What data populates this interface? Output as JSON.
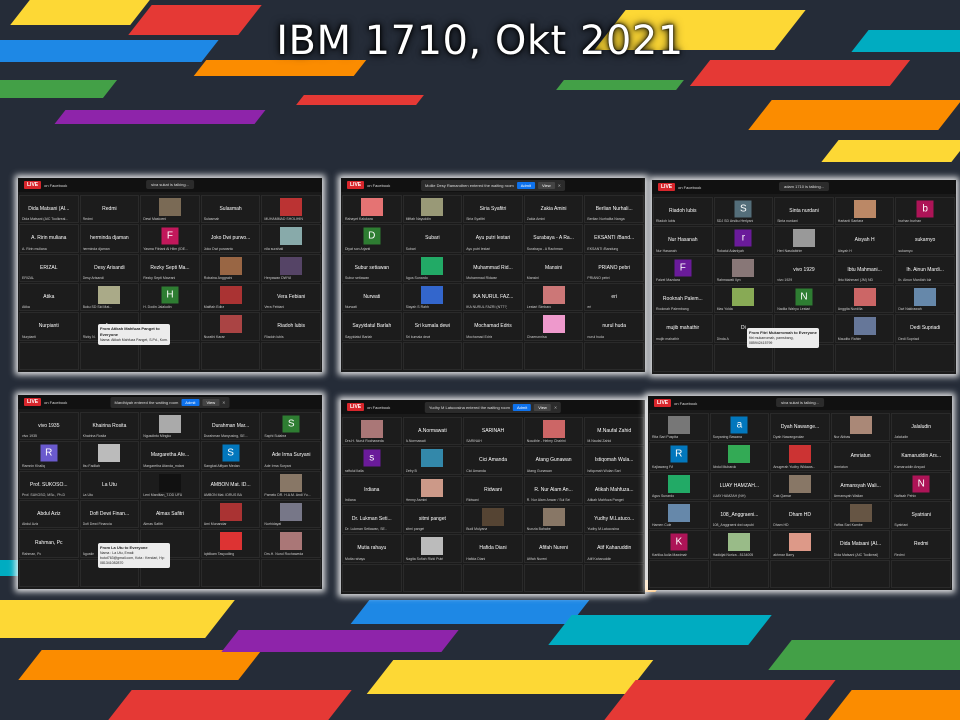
{
  "title": "IBM 1710, Okt 2021",
  "colors": {
    "background": "#252c38",
    "live_badge": "#d8262c",
    "admit_button": "#0e72ed"
  },
  "shots": [
    {
      "live": "LIVE",
      "fb": "on Facebook",
      "speaking": "siva sukat is talking...",
      "chat": {
        "title": "From Atikah Mahfuza Panget to Everyone",
        "text": "Nama: Atikah Mahfuza Panget, S.Pd., Kom."
      },
      "cells": [
        {
          "n": "Dida Matsani (AI...",
          "l": "Dida Matsani (AIC Toolkreal..."
        },
        {
          "n": "Redmi",
          "l": "Redmi"
        },
        {
          "n": "",
          "l": "Dewi Mastoeni",
          "p": "#7a6a55"
        },
        {
          "n": "Sulasmah",
          "l": "Sulasmah"
        },
        {
          "n": "",
          "l": "MUHAMMAD SHOLIHIN",
          "p": "#b33"
        },
        {
          "n": "A. Ririn muliana",
          "l": "A. Ririn muliana"
        },
        {
          "n": "herminda djaman",
          "l": "herminda djaman"
        },
        {
          "n": "",
          "l": "Yasma Fitriani Al Hilm (IDE...",
          "a": "F",
          "c": "#c2185b"
        },
        {
          "n": "Joko Dwi purwo...",
          "l": "Joko Dwi purwanto"
        },
        {
          "n": "",
          "l": "nila surahati",
          "p": "#8aa"
        },
        {
          "n": "ERIZAL",
          "l": "ERIZAL"
        },
        {
          "n": "Desy Arisandi",
          "l": "Desy Arisandi"
        },
        {
          "n": "Rezky Septi Ma...",
          "l": "Rezky Septi Mavrani"
        },
        {
          "n": "",
          "l": "Robaina Anggraini",
          "p": "#964"
        },
        {
          "n": "",
          "l": "Heryawan DWYA",
          "p": "#546"
        },
        {
          "n": "Atika",
          "l": "Atika"
        },
        {
          "n": "",
          "l": "Buku SD Sid Mat...",
          "p": "#aa8"
        },
        {
          "n": "",
          "l": "H. Dodin Jalaludin",
          "a": "H",
          "c": "#2e7d32"
        },
        {
          "n": "",
          "l": "Maiftah Edira",
          "p": "#a33"
        },
        {
          "n": "Vera Febiani",
          "l": "Vera Febiani"
        },
        {
          "n": "Nurpianti",
          "l": "Nurpianti"
        },
        {
          "n": "Ace",
          "l": "Rizky N."
        },
        {
          "n": "",
          "l": ""
        },
        {
          "n": "",
          "l": "Nurathi Karan",
          "p": "#a44"
        },
        {
          "n": "Riadoh lubis",
          "l": "Riadoh lubis"
        }
      ]
    },
    {
      "live": "LIVE",
      "fb": "on Facebook",
      "notice": "Mollie Desy Ramandhen entered the waiting room",
      "admit": "Admit",
      "view": "View",
      "cells": [
        {
          "n": "",
          "l": "Rahayet Kalukara",
          "p": "#e57373"
        },
        {
          "n": "",
          "l": "Miftah Nayuddin",
          "p": "#997"
        },
        {
          "n": "Siria Syafitri",
          "l": "Siria Syafitri"
        },
        {
          "n": "Zakia Amini",
          "l": "Zakia Amini"
        },
        {
          "n": "Berlian Nurhali...",
          "l": "Berlian Nurhalita Nanga"
        },
        {
          "n": "",
          "l": "Diyat son Arjanti",
          "a": "D",
          "c": "#2e7d32"
        },
        {
          "n": "Subari",
          "l": "Subari"
        },
        {
          "n": "Ayu putri lestari",
          "l": "Ayu putri lestari"
        },
        {
          "n": "Surabaya - A Ra...",
          "l": "Surabaya - A Rachman"
        },
        {
          "n": "EKSANTI /Band...",
          "l": "EKSANTI /Bandung"
        },
        {
          "n": "Subur setiawan",
          "l": "Subur setiawan"
        },
        {
          "n": "",
          "l": "Agus Sunardo",
          "p": "#2a6"
        },
        {
          "n": "Muhammad Rid...",
          "l": "Muhammad Ridwan"
        },
        {
          "n": "Mansini",
          "l": "Mansini"
        },
        {
          "n": "PRIANO pebri",
          "l": "PRIANO pebri"
        },
        {
          "n": "Nurwati",
          "l": "Nurwati"
        },
        {
          "n": "",
          "l": "Siayah S Rahh",
          "p": "#36c"
        },
        {
          "n": "IKA NURUL FAZ...",
          "l": "IKA NURUL FAZRI (NTT?)"
        },
        {
          "n": "",
          "l": "Lestari Simbaro",
          "p": "#c77"
        },
        {
          "n": "eri",
          "l": "eri"
        },
        {
          "n": "Sayyidatul Barlah",
          "l": "Sayyidatul Barlah"
        },
        {
          "n": "Sri kumala dewi",
          "l": "Sri kumala dewi"
        },
        {
          "n": "Mochamad Edris",
          "l": "Mochamad Edris"
        },
        {
          "n": "",
          "l": "Chaerunnisa",
          "p": "#e9c"
        },
        {
          "n": "nurul huda",
          "l": "nurul huda"
        }
      ]
    },
    {
      "live": "LIVE",
      "fb": "on Facebook",
      "speaking": "adam 1710 is talking...",
      "chat": {
        "title": "From Fitri Mukarromah to Everyone",
        "text": "fitri mukarromah, pamsbang, 085942415799"
      },
      "cells": [
        {
          "n": "Riadoh lubis",
          "l": "Riadoh lubis"
        },
        {
          "n": "",
          "l": "SDJ SD Arsiku Herlyani",
          "a": "S",
          "c": "#546e7a"
        },
        {
          "n": "Sinta nurdani",
          "l": "Sinta nurdani"
        },
        {
          "n": "",
          "l": "Hartanti Santara",
          "p": "#b86"
        },
        {
          "n": "",
          "l": "burhan burhan",
          "a": "b",
          "c": "#ad1457"
        },
        {
          "n": "Nur Hasanah",
          "l": "Nur Hasanah"
        },
        {
          "n": "",
          "l": "Rokatul Adaniyah",
          "a": "r",
          "c": "#6a1b9a"
        },
        {
          "n": "",
          "l": "Heri Nasdabirim",
          "p": "#999"
        },
        {
          "n": "Aisyah H",
          "l": "Aisyah H"
        },
        {
          "n": "sukarnyo",
          "l": "sukarnyo"
        },
        {
          "n": "",
          "l": "Faizel Mazdara",
          "a": "F",
          "c": "#6a1b9a"
        },
        {
          "n": "",
          "l": "Rahmawati Ilyn",
          "p": "#877"
        },
        {
          "n": "vivo 1929",
          "l": "vivo 1929"
        },
        {
          "n": "Ibtu Mahmani...",
          "l": "Ibtu Mahmani (JM) ND"
        },
        {
          "n": "Ih. Ainun Mardi...",
          "l": "Ih. Ainun Mardiah Ida"
        },
        {
          "n": "Rooknah Palem...",
          "l": "Rooknah Palembang"
        },
        {
          "n": "",
          "l": "Mas Yolda",
          "p": "#8a5"
        },
        {
          "n": "",
          "l": "Nadila Wahyu Lestari",
          "a": "N",
          "c": "#2e7d32"
        },
        {
          "n": "",
          "l": "Anggita Nurdilla",
          "p": "#c66"
        },
        {
          "n": "",
          "l": "Dwi Nakirawah",
          "p": "#68a"
        },
        {
          "n": "mujib mahathir",
          "l": "mujib mahathir"
        },
        {
          "n": "Di",
          "l": "Dinda A"
        },
        {
          "n": "",
          "l": ""
        },
        {
          "n": "",
          "l": "Maudito Rahim",
          "p": "#679"
        },
        {
          "n": "Dedi Supriadi",
          "l": "Dedi Supriadi"
        }
      ]
    },
    {
      "live": "LIVE",
      "fb": "on Facebook",
      "notice": "Mardhiyah entered the waiting room",
      "admit": "Admit",
      "view": "View",
      "cells": [
        {
          "n": "vivo 1935",
          "l": "vivo 1935"
        },
        {
          "n": "Khairina Rosita",
          "l": "Khairina Rosita"
        },
        {
          "n": "",
          "l": "Ngusdinto Mingko",
          "p": "#aaa"
        },
        {
          "n": "Durahman Mar...",
          "l": "Durahman Manyusing, SE..."
        },
        {
          "n": "",
          "l": "Saphi Sulabra",
          "a": "S",
          "c": "#2e7d32"
        },
        {
          "n": "",
          "l": "Ramnin Khaliq",
          "a": "R",
          "c": "#6a5acd"
        },
        {
          "n": "",
          "l": "Ibu Fadliah",
          "p": "#bbb"
        },
        {
          "n": "Margaretha Afe...",
          "l": "Margaretha Afanda_mdani"
        },
        {
          "n": "",
          "l": "Sangkat Alfiyan Medan",
          "a": "S",
          "c": "#0277bd"
        },
        {
          "n": "Ade Irma Suryani",
          "l": "Ade Irma Suryani"
        },
        {
          "n": "Prof. SUKOSO...",
          "l": "Prof. SUKOSO, MSc., Ph.D"
        },
        {
          "n": "La Utu",
          "l": "La Utu"
        },
        {
          "n": "",
          "l": "Leni Marditan_T.DD UFU",
          "p": "#111"
        },
        {
          "n": "AMBON Mat. ID...",
          "l": "AMBON Mat. IDRUS BA"
        },
        {
          "n": "",
          "l": "Pamelo DR. H.A.M. Andi Yu...",
          "p": "#876"
        },
        {
          "n": "Abdul Aziz",
          "l": "Abdul Aziz"
        },
        {
          "n": "Dofi Dewi Finan...",
          "l": "Dofi Dewi Financia"
        },
        {
          "n": "Almas Safitri",
          "l": "Almas Safitri"
        },
        {
          "n": "",
          "l": "Ami Munandar",
          "p": "#a33"
        },
        {
          "n": "",
          "l": "Nurhidayat",
          "p": "#778"
        },
        {
          "n": "Rahman, Pc",
          "l": "Rahman, Pc"
        },
        {
          "n": "",
          "l": "Agustin"
        },
        {
          "n": "",
          "l": ""
        },
        {
          "n": "",
          "l": "Iqbilkam Tasyudiing",
          "p": "#d33"
        },
        {
          "n": "",
          "l": "Drs.H. Nurul Rochaweda",
          "p": "#a77"
        }
      ],
      "chat": {
        "title": "From La Utu to Everyone",
        "text": "Nama : La Utu, Email: butut763@gmail.com, Kota : Kendari, Hp: 081341082870"
      }
    },
    {
      "live": "LIVE",
      "fb": "on Facebook",
      "notice": "Yudhy M Latucosina entered the waiting room",
      "admit": "Admit",
      "view": "View",
      "cells": [
        {
          "n": "",
          "l": "Drs.H. Nurul Rochaweda",
          "p": "#a77"
        },
        {
          "n": "A.Normawati",
          "l": "A.Normawati"
        },
        {
          "n": "SARINAH",
          "l": "SARINAH"
        },
        {
          "n": "",
          "l": "Noudhle - Helmy Chairini",
          "p": "#c66"
        },
        {
          "n": "M.Naufal Zahid",
          "l": "M.Naufal Zahid"
        },
        {
          "n": "",
          "l": "raffulul Ilaila",
          "a": "s",
          "c": "#6a1b9a"
        },
        {
          "n": "",
          "l": "Zefry B",
          "p": "#38a"
        },
        {
          "n": "Cici Amanda",
          "l": "Cici Amanda"
        },
        {
          "n": "Atang Gunawan",
          "l": "Atang Gunawan"
        },
        {
          "n": "Istiqomah Wula...",
          "l": "Istiqomah Wulan Sari"
        },
        {
          "n": "Irdiana",
          "l": "Irdiana"
        },
        {
          "n": "",
          "l": "Henny Asmini",
          "p": "#c98"
        },
        {
          "n": "Ridwani",
          "l": "Ridwani"
        },
        {
          "n": "R. Nur Alam An...",
          "l": "R. Nur Alam Anwar / Sul Sel"
        },
        {
          "n": "Atikah Mahfuza...",
          "l": "Atikah Mahfuza Panget"
        },
        {
          "n": "Dr. Lukman Seti...",
          "l": "Dr. Lukman Setiawan, SE.."
        },
        {
          "n": "sitmi panget",
          "l": "sitmi panget"
        },
        {
          "n": "",
          "l": "Budi Mulyana",
          "p": "#543"
        },
        {
          "n": "",
          "l": "Nunzia Bahabe",
          "p": "#876"
        },
        {
          "n": "Yudhy M.Latuco...",
          "l": "Yudhy M.Latucosina"
        },
        {
          "n": "Mutia rahayu",
          "l": "Mutia rahayu"
        },
        {
          "n": "",
          "l": "Nagita Sofiah Rizki Putri",
          "p": "#bbb"
        },
        {
          "n": "Hafida Diani",
          "l": "Hafida Diani"
        },
        {
          "n": "Afifah Nureni",
          "l": "Afifah Nureni"
        },
        {
          "n": "Atif Kaharuddin",
          "l": "Atif Kaharuddin"
        }
      ]
    },
    {
      "live": "LIVE",
      "fb": "on Facebook",
      "speaking": "siva sukat is talking...",
      "cells": [
        {
          "n": "",
          "l": "Rita Sari Puspita",
          "p": "#777"
        },
        {
          "n": "",
          "l": "Suryaning Bawana",
          "a": "a",
          "c": "#0277bd"
        },
        {
          "n": "Dyah Nawange...",
          "l": "Dyah Nawangwulan"
        },
        {
          "n": "",
          "l": "Nur Abbas",
          "p": "#a87"
        },
        {
          "n": "Jalaludin",
          "l": "Jalaludin"
        },
        {
          "n": "",
          "l": "Kajlawang FA",
          "a": "R",
          "c": "#0277bd"
        },
        {
          "n": "",
          "l": "Abdul Mubarok",
          "p": "#3a5"
        },
        {
          "n": "",
          "l": "Anugerah Yudhy Widawa...",
          "p": "#c33"
        },
        {
          "n": "Amriatun",
          "l": "Amriatun"
        },
        {
          "n": "Kamaruddin Ars...",
          "l": "Kamaruddin Arsyad"
        },
        {
          "n": "",
          "l": "Agus Sunardo",
          "p": "#2a6"
        },
        {
          "n": "LUAY HAMZAH...",
          "l": "LUAY HAMZAH (NH)"
        },
        {
          "n": "",
          "l": "Cak Qamar",
          "p": "#876"
        },
        {
          "n": "Armansyah Wali...",
          "l": "Armansyah Walian"
        },
        {
          "n": "",
          "l": "Nafisah Pehix",
          "a": "N",
          "c": "#ad1457"
        },
        {
          "n": "",
          "l": "Hamen Cule",
          "p": "#68a"
        },
        {
          "n": "108_Anggraeni...",
          "l": "108_Anggraeni dwi capubi"
        },
        {
          "n": "Dham HD",
          "l": "Dham HD"
        },
        {
          "n": "",
          "l": "Yaffas Sari Kambe",
          "p": "#654"
        },
        {
          "n": "Syatriani",
          "l": "Syatriani"
        },
        {
          "n": "",
          "l": "Kartika Aulia Mawimah",
          "a": "K",
          "c": "#ad1457"
        },
        {
          "n": "",
          "l": "Hadidjat Noriza - 8134005",
          "p": "#9b8"
        },
        {
          "n": "",
          "l": "akhmar Barry",
          "p": "#d98"
        },
        {
          "n": "Dida Matsani (AI...",
          "l": "Dida Matsani (AIC Toolkreal)"
        },
        {
          "n": "Redmi",
          "l": "Redmi"
        }
      ]
    }
  ]
}
